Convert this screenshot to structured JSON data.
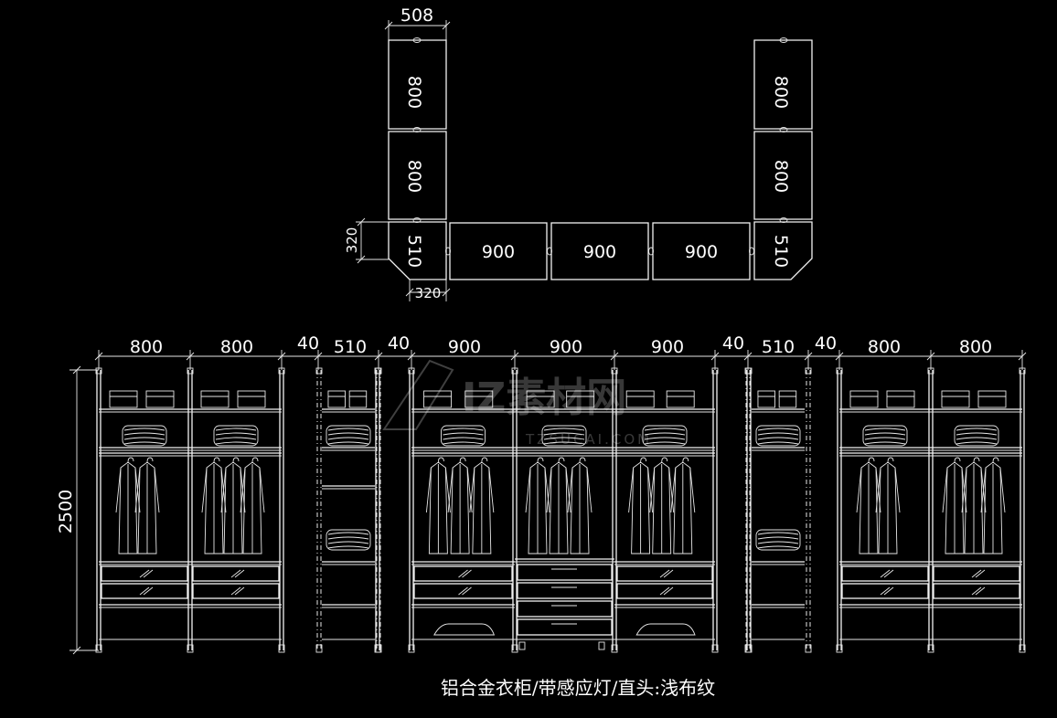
{
  "plan": {
    "top_width": "508",
    "left_modules": [
      "800",
      "800",
      "510"
    ],
    "right_modules": [
      "800",
      "800",
      "510"
    ],
    "bottom_modules": [
      "900",
      "900",
      "900"
    ],
    "corner_side": "320",
    "corner_bottom": "320"
  },
  "elevation": {
    "height": "2500",
    "widths": [
      "800",
      "800",
      "40",
      "510",
      "40",
      "900",
      "900",
      "900",
      "40",
      "510",
      "40",
      "800",
      "800"
    ]
  },
  "watermark": {
    "brand": "IZ素材网",
    "url": "TZSUCAI.COM"
  },
  "caption": "铝合金衣柜/带感应灯/直头:浅布纹"
}
